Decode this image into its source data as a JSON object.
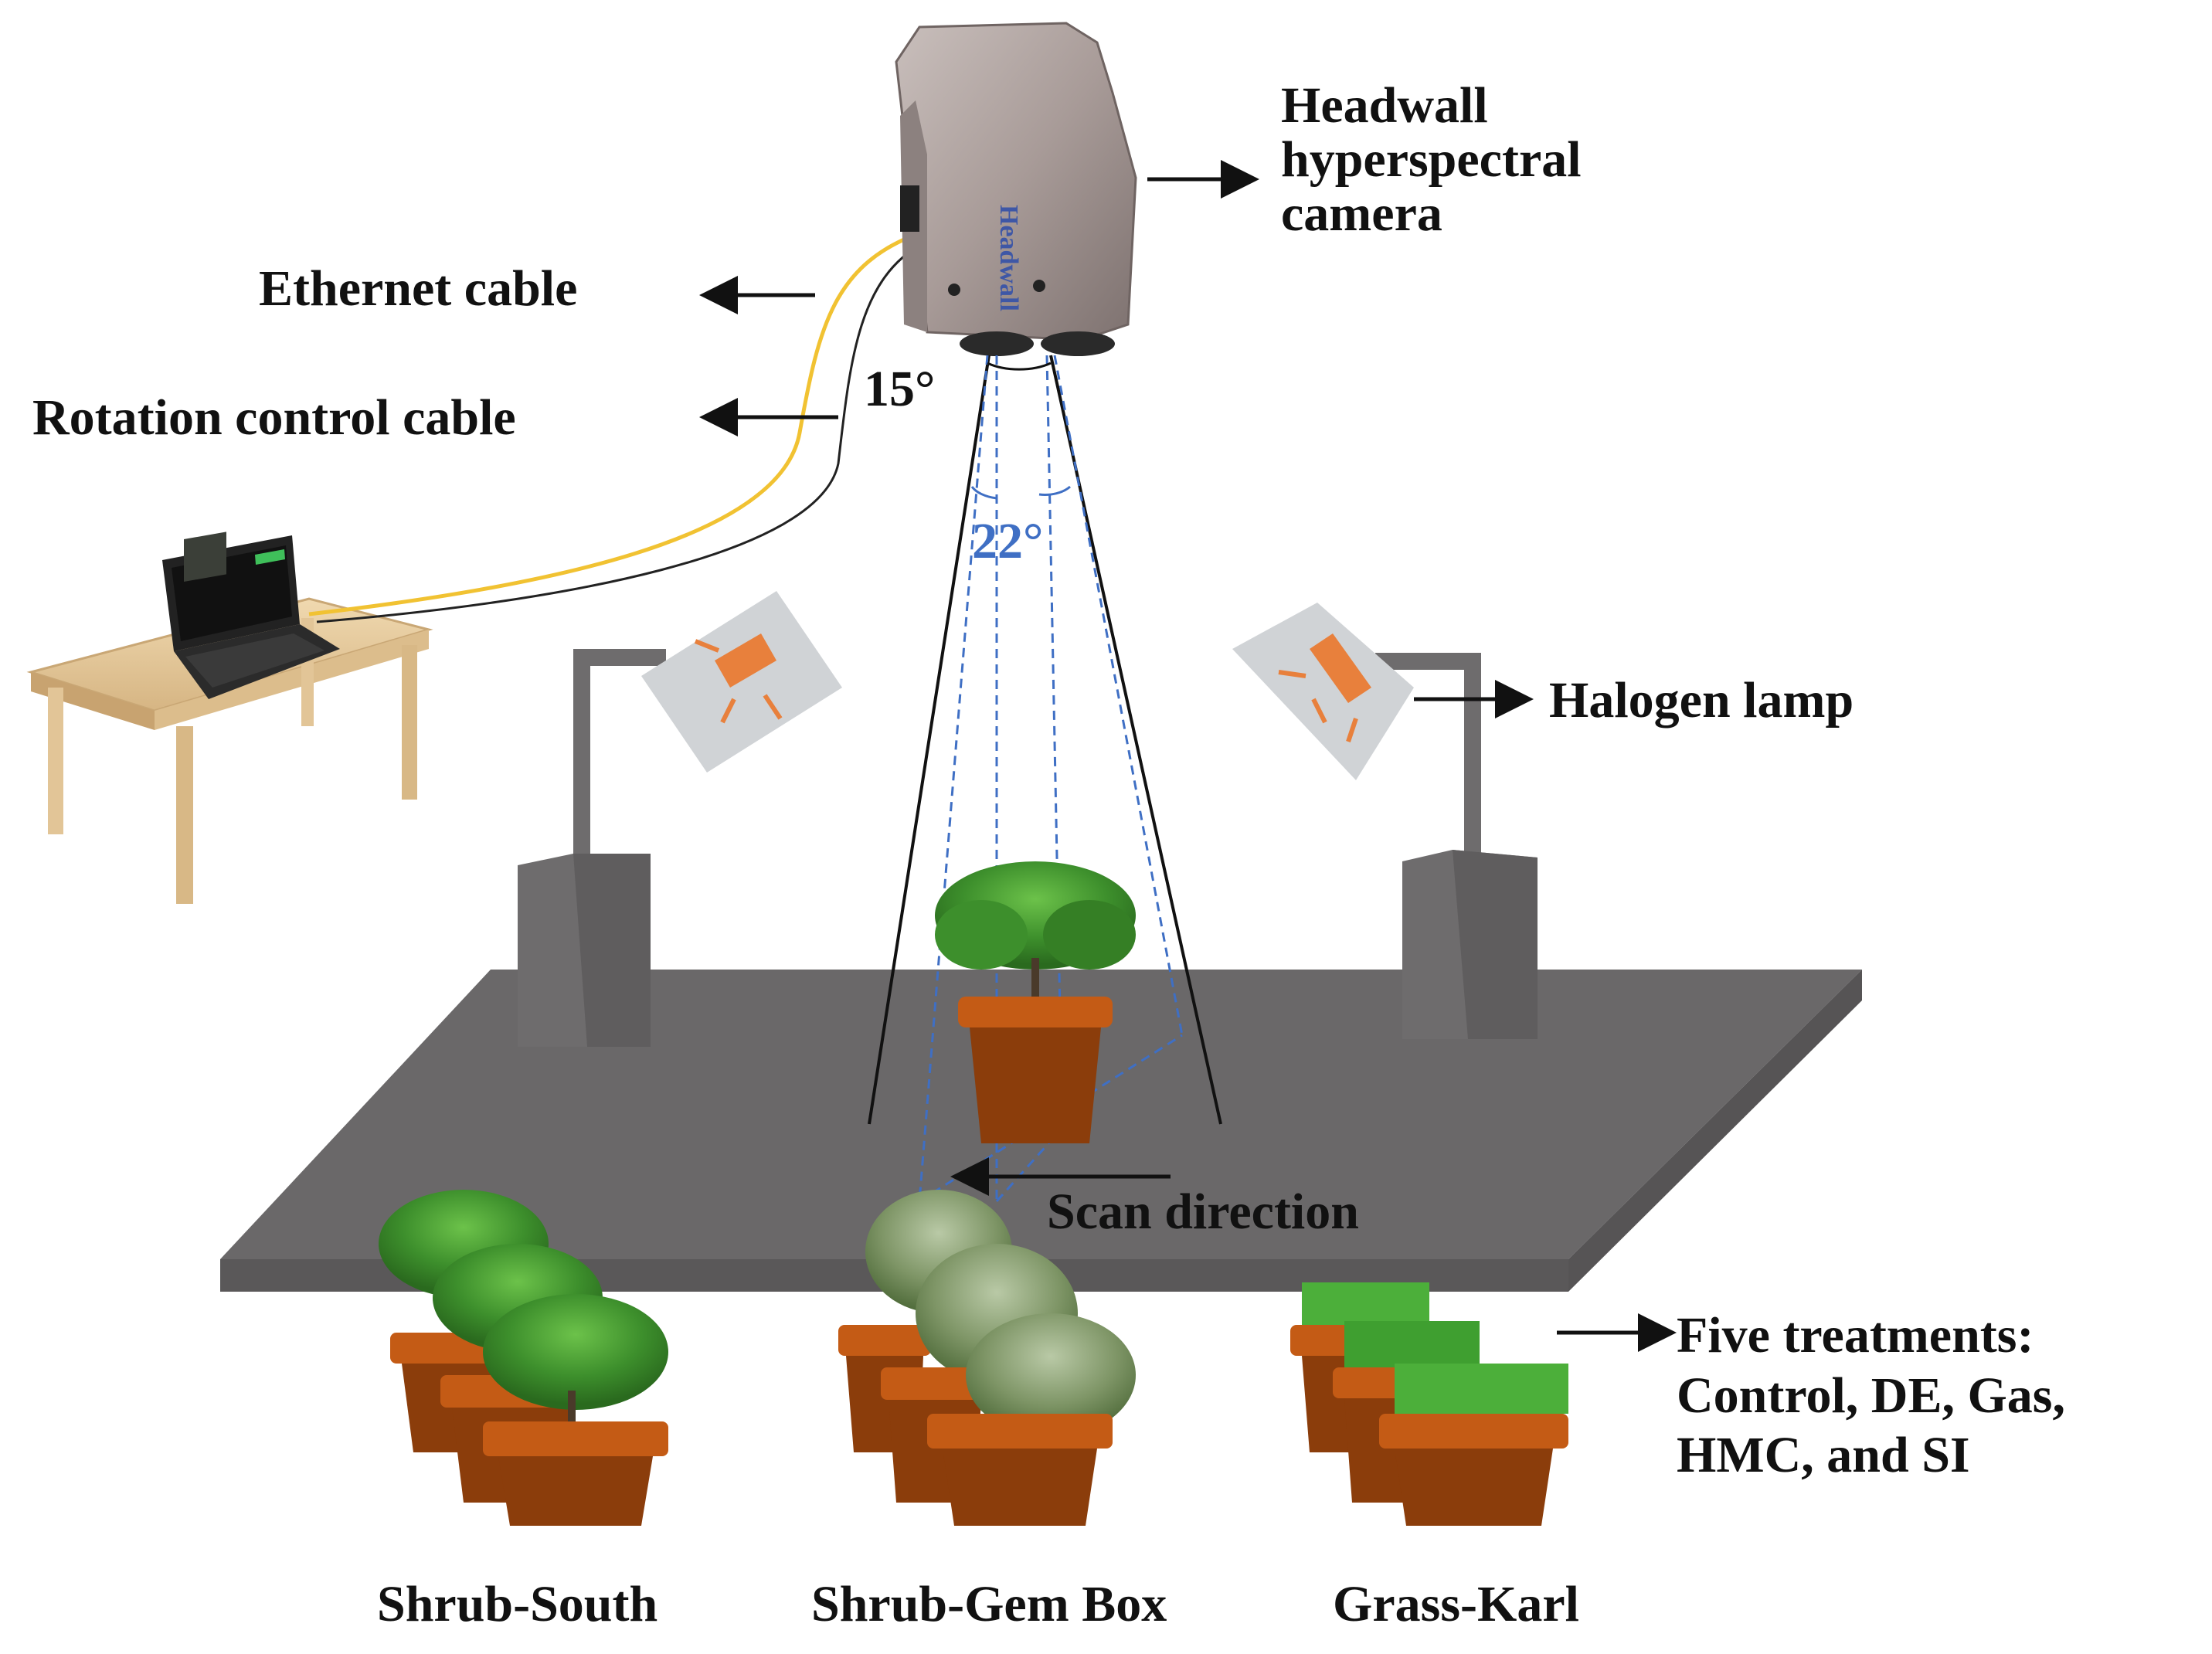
{
  "labels": {
    "camera_line1": "Headwall",
    "camera_line2": "hyperspectral",
    "camera_line3": "camera",
    "ethernet": "Ethernet cable",
    "rotation": "Rotation control cable",
    "angle_15": "15°",
    "angle_22": "22°",
    "halogen": "Halogen lamp",
    "scan": "Scan direction",
    "treat_line1": "Five treatments:",
    "treat_line2": "Control, DE, Gas,",
    "treat_line3": "HMC, and SI",
    "plant_1": "Shrub-South",
    "plant_2": "Shrub-Gem Box",
    "plant_3": "Grass-Karl",
    "camera_brand": "Headwall"
  },
  "colors": {
    "table": "#6a6869",
    "table_edge": "#5a5859",
    "pot": "#8b3d0b",
    "pot_rim": "#c45b15",
    "leaf": "#3e8f2e",
    "lamp_bulb": "#e8803c",
    "angle_blue": "#3f6fc4",
    "ethernet": "#f1c232",
    "stand": "#6e6c6d"
  },
  "icons": [
    "camera-icon",
    "laptop-icon",
    "desk-icon",
    "halogen-lamp-icon",
    "potted-plant-icon"
  ]
}
